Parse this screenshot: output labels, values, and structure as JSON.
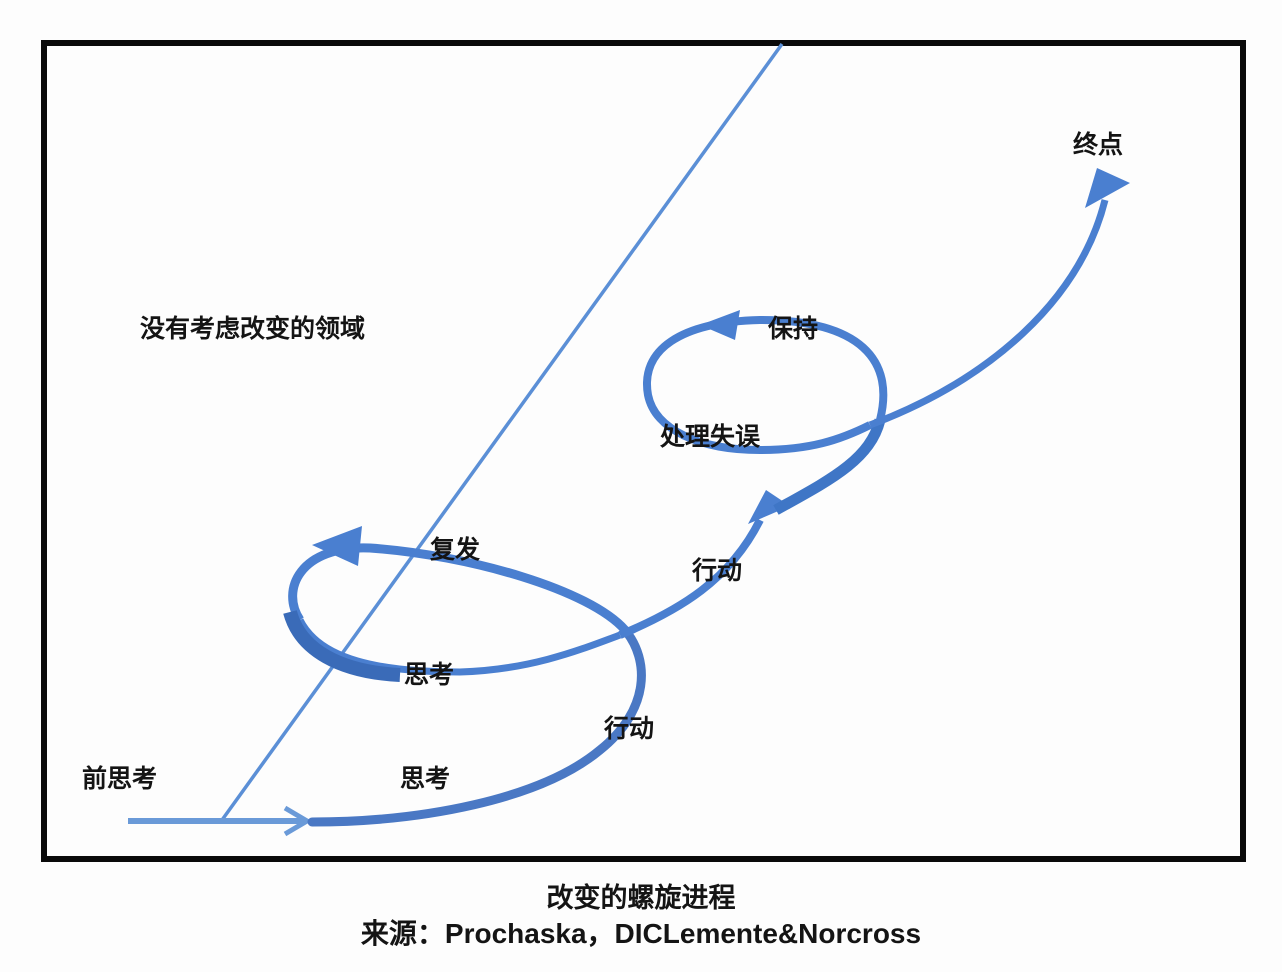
{
  "diagram": {
    "title": "改变的螺旋进程",
    "source": "来源：Prochaska，DICLemente&Norcross",
    "region_label": "没有考虑改变的领域",
    "stage_labels": {
      "precontemplation": "前思考",
      "contemplation_1": "思考",
      "action_1": "行动",
      "contemplation_2": "思考",
      "relapse": "复发",
      "action_2": "行动",
      "maintenance": "保持",
      "handling_lapse": "处理失误",
      "end": "终点"
    },
    "colors": {
      "arrow_blue": "#4a7fd0",
      "arrow_dark": "#3a6bb8",
      "line_blue": "#5b8fd6",
      "frame": "#0a0a0a",
      "text": "#141414"
    }
  }
}
